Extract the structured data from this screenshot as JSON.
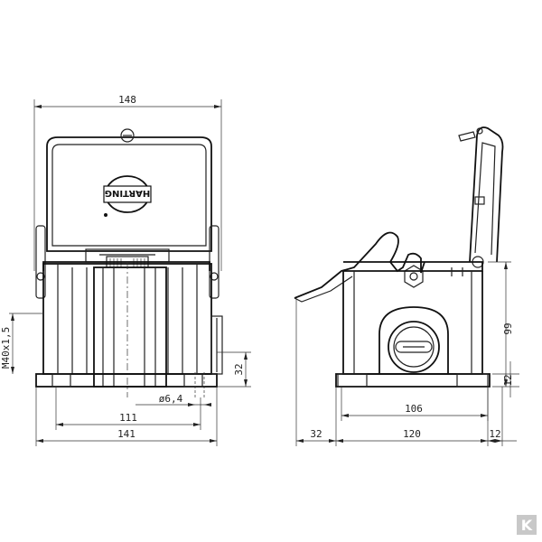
{
  "front_view": {
    "logo": "HARTING",
    "dims": {
      "top_width": "148",
      "thread": "M40x1,5",
      "height_small": "32",
      "hole": "ø6,4",
      "inner_width": "111",
      "base_width": "141"
    }
  },
  "side_view": {
    "dims": {
      "height_total": "99",
      "base_height": "12",
      "inner_width": "106",
      "left_offset": "32",
      "base_length": "120",
      "right_offset": "12"
    }
  },
  "brand_mark": "K"
}
